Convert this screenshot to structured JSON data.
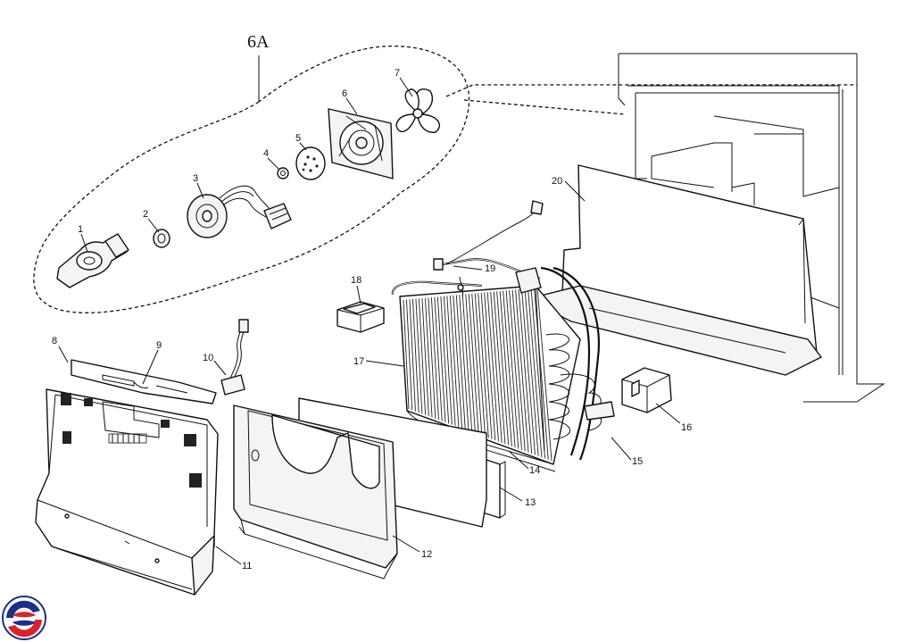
{
  "group_label": "6A",
  "callouts": [
    "1",
    "2",
    "3",
    "4",
    "5",
    "6",
    "7",
    "8",
    "9",
    "10",
    "11",
    "12",
    "13",
    "14",
    "15",
    "16",
    "17",
    "18",
    "19",
    "20"
  ]
}
